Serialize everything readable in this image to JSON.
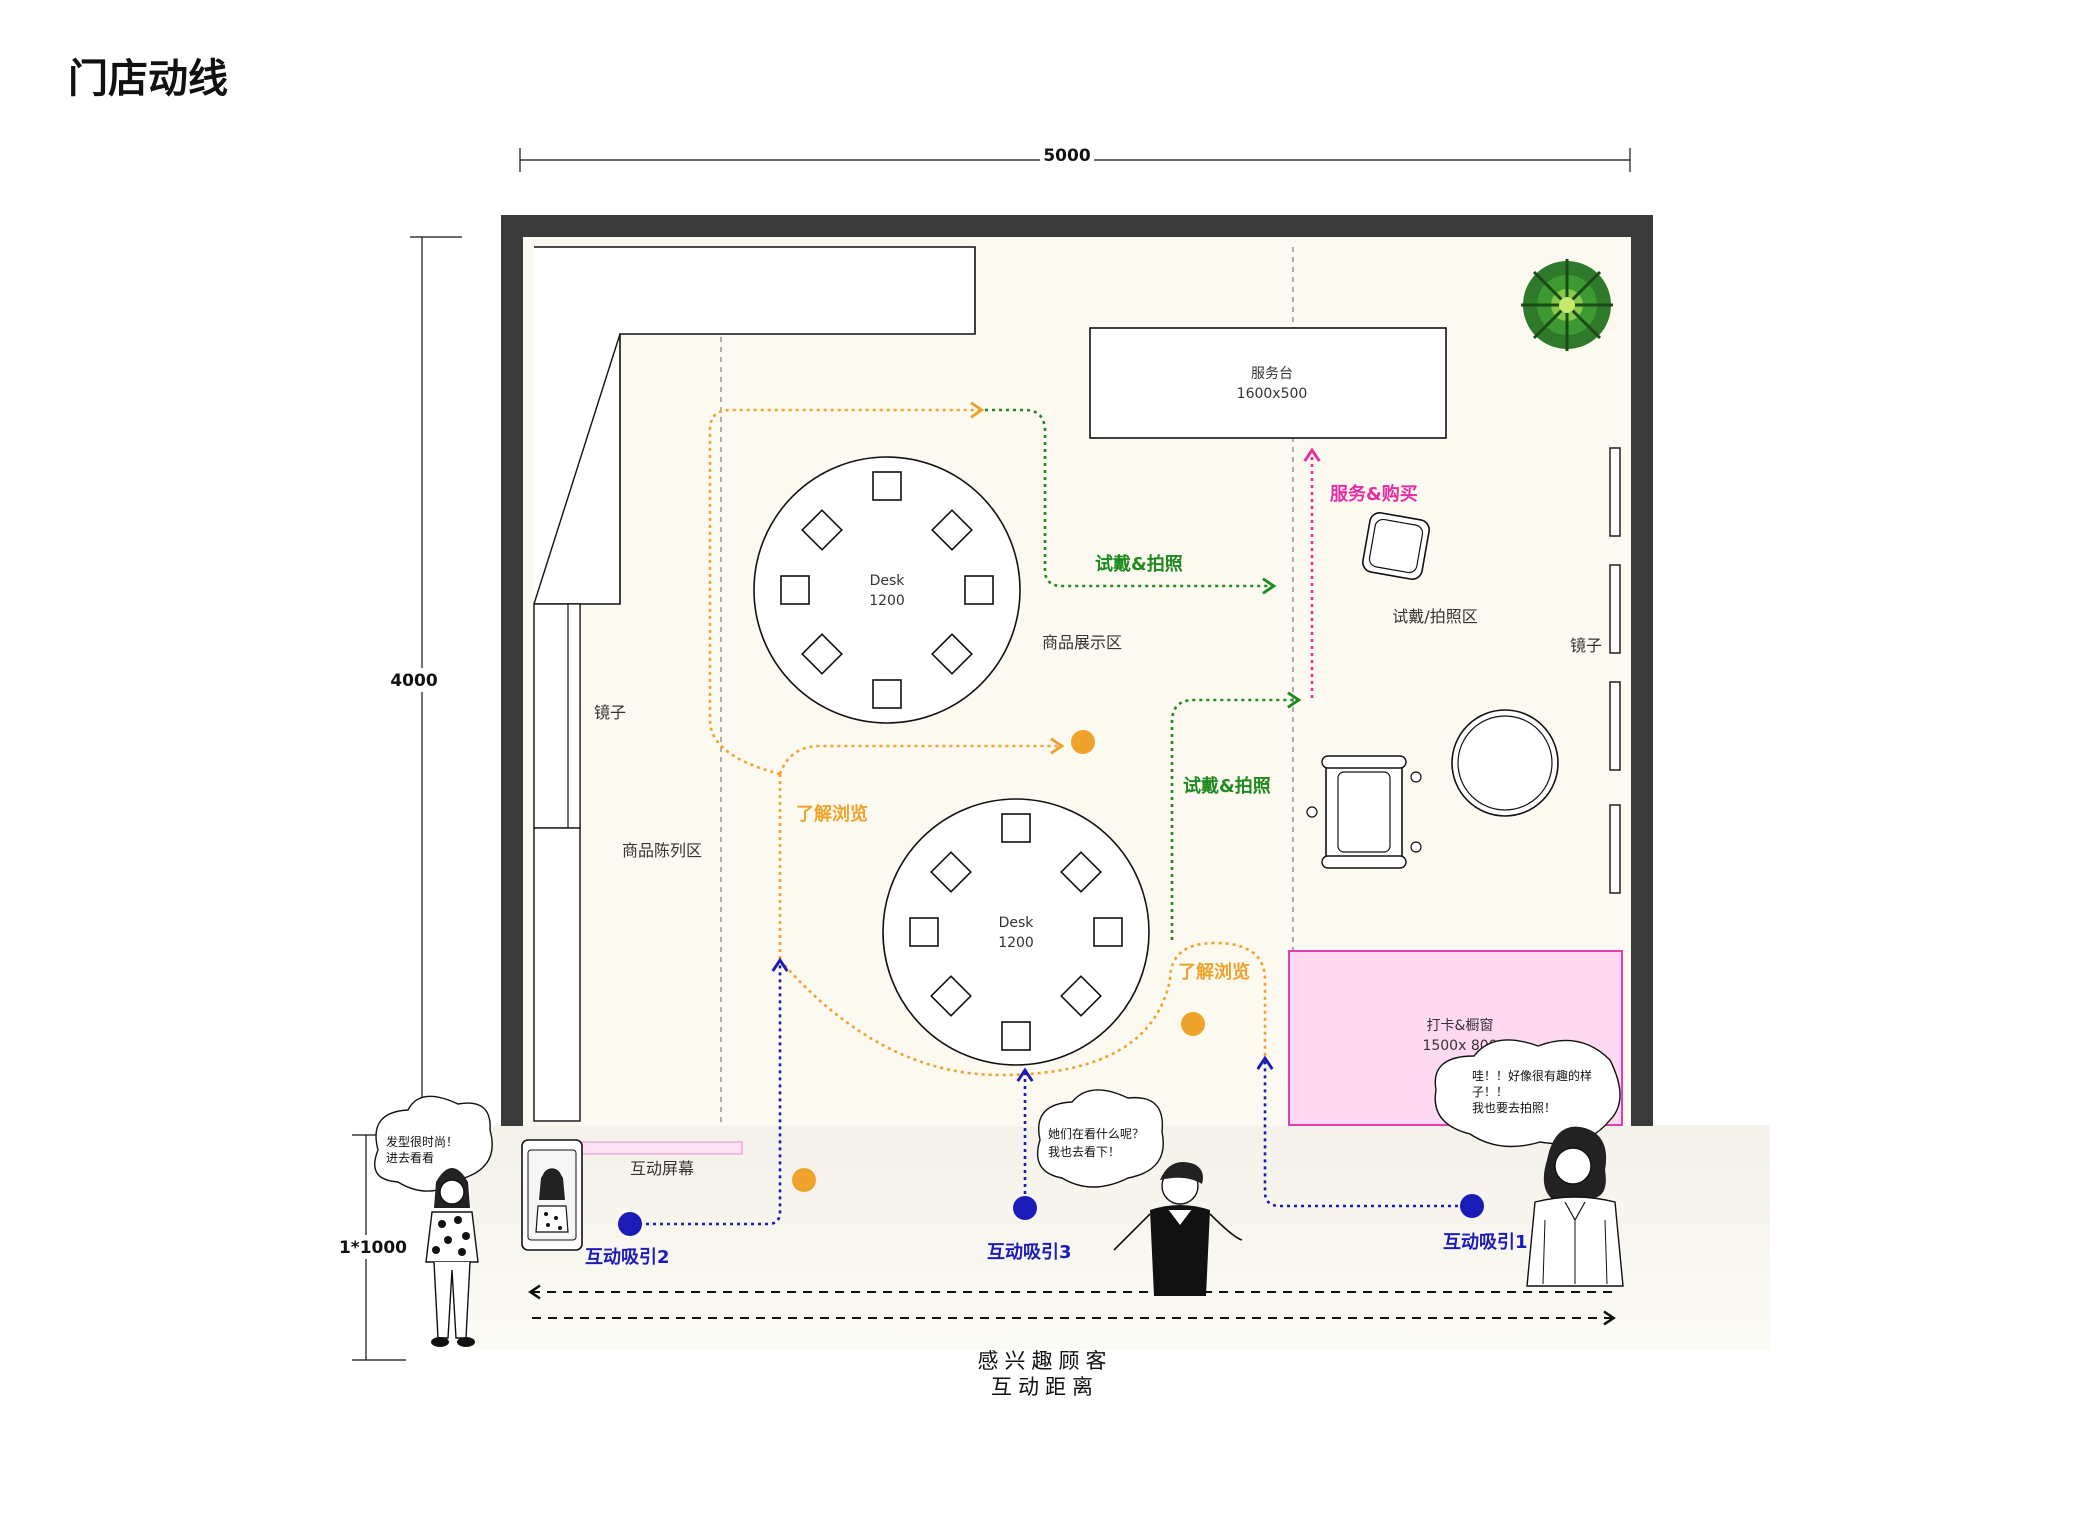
{
  "page_title": "门店动线",
  "dimensions": {
    "width": "5000",
    "height": "4000",
    "street": "1*1000"
  },
  "areas": {
    "service_desk": "服务台",
    "service_desk_size": "1600x500",
    "display_area": "商品展示区",
    "fitting_area": "试戴/拍照区",
    "mirror_left": "镜子",
    "mirror_right": "镜子",
    "showcase_area": "商品陈列区",
    "photo_window": "打卡&橱窗",
    "photo_window_size": "1500x 800",
    "screen": "互动屏幕"
  },
  "desks": [
    {
      "label": "Desk",
      "size": "1200"
    },
    {
      "label": "Desk",
      "size": "1200"
    }
  ],
  "flows": {
    "browse_1": "了解浏览",
    "browse_2": "了解浏览",
    "try_photo_1": "试戴&拍照",
    "try_photo_2": "试戴&拍照",
    "service_buy": "服务&购买"
  },
  "attractions": {
    "a1": "互动吸引1",
    "a2": "互动吸引2",
    "a3": "互动吸引3"
  },
  "bubbles": {
    "left": [
      "发型很时尚！",
      "进去看看"
    ],
    "middle": [
      "她们在看什么呢？",
      "我也去看下！"
    ],
    "right": [
      "哇！！好像很有趣的样",
      "子！！",
      "我也要去拍照！"
    ]
  },
  "bottom_caption": [
    "感兴趣顾客",
    "互动距离"
  ],
  "colors": {
    "browse": "#f0a32c",
    "try_photo": "#1f8a1f",
    "service": "#e62ea3",
    "attract": "#1b1bb8",
    "photo_window_fill": "#ffd9f1",
    "floor": "#fbf9f0"
  }
}
